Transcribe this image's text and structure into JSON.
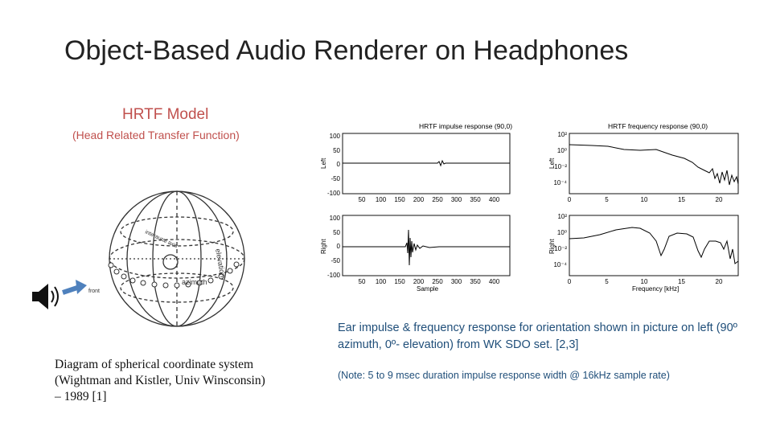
{
  "slide": {
    "title": "Object-Based Audio Renderer on Headphones"
  },
  "hrtf": {
    "title": "HRTF Model",
    "subtitle": "(Head Related Transfer Function)"
  },
  "diagram": {
    "labels": {
      "elevation": "elevation",
      "azimuth": "azimuth",
      "interaural_axis": "interaural axis",
      "front": "front"
    },
    "caption_lines": [
      "Diagram of spherical coordinate system",
      "(Wightman and Kistler, Univ Winsconsin)",
      "– 1989 [1]"
    ]
  },
  "plots": {
    "impulse_title": "HRTF impulse response (90,0)",
    "frequency_title": "HRTF frequency response (90,0)",
    "left_label": "Left",
    "right_label": "Right",
    "impulse_y_ticks": [
      "100",
      "50",
      "0",
      "-50",
      "-100"
    ],
    "impulse_x_ticks": [
      "50",
      "100",
      "150",
      "200",
      "250",
      "300",
      "350",
      "400"
    ],
    "impulse_xlabel": "Sample",
    "freq_y_ticks_left": [
      "10²",
      "10⁰",
      "10⁻²",
      "10⁻⁴"
    ],
    "freq_y_ticks_right": [
      "10²",
      "10⁰",
      "10⁻²",
      "10⁻⁴"
    ],
    "freq_x_ticks": [
      "0",
      "5",
      "10",
      "15",
      "20"
    ],
    "freq_xlabel": "Frequency [kHz]"
  },
  "captions": {
    "right": "Ear impulse & frequency response for orientation shown in picture on left (90º azimuth, 0º- elevation) from WK SDO set. [2,3]",
    "note": "(Note: 5 to 9 msec duration impulse response width @ 16kHz sample rate)"
  }
}
